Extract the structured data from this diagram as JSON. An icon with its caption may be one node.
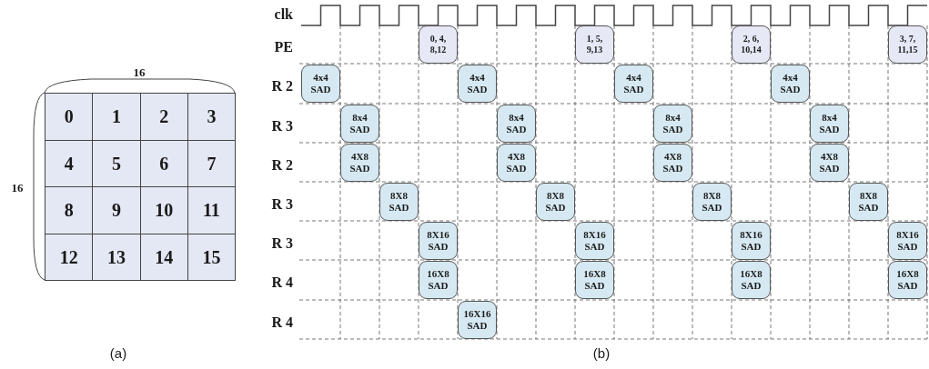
{
  "diagram": {
    "nodes": [
      {
        "text": [
          "0"
        ]
      },
      {
        "text": [
          "1"
        ]
      },
      {
        "text": [
          "2"
        ]
      },
      {
        "text": [
          "3"
        ]
      },
      {
        "text": [
          "4"
        ]
      },
      {
        "text": [
          "5"
        ]
      },
      {
        "text": [
          "6"
        ]
      },
      {
        "text": [
          "7"
        ]
      },
      {
        "text": [
          "8"
        ]
      },
      {
        "text": [
          "9"
        ]
      },
      {
        "text": [
          "10"
        ]
      },
      {
        "text": [
          "11"
        ]
      },
      {
        "text": [
          "12"
        ]
      },
      {
        "text": [
          "13"
        ]
      },
      {
        "text": [
          "14"
        ]
      },
      {
        "text": [
          "15"
        ]
      },
      {
        "text": [
          "0, 4, 8,12"
        ]
      },
      {
        "text": [
          "1, 5, 9,13"
        ]
      },
      {
        "text": [
          "2, 6, 10,14"
        ]
      },
      {
        "text": [
          "3, 7, 11,15"
        ]
      },
      {
        "text": [
          "4x4 SAD"
        ]
      },
      {
        "text": [
          "4x4 SAD"
        ]
      },
      {
        "text": [
          "4x4 SAD"
        ]
      },
      {
        "text": [
          "4x4 SAD"
        ]
      },
      {
        "text": [
          "8x4 SAD"
        ]
      },
      {
        "text": [
          "8x4 SAD"
        ]
      },
      {
        "text": [
          "8x4 SAD"
        ]
      },
      {
        "text": [
          "8x4 SAD"
        ]
      },
      {
        "text": [
          "4X8 SAD"
        ]
      },
      {
        "text": [
          "4X8 SAD"
        ]
      },
      {
        "text": [
          "4X8 SAD"
        ]
      },
      {
        "text": [
          "4X8 SAD"
        ]
      },
      {
        "text": [
          "8X8 SAD"
        ]
      },
      {
        "text": [
          "8X8 SAD"
        ]
      },
      {
        "text": [
          "8X8 SAD"
        ]
      },
      {
        "text": [
          "8X8 SAD"
        ]
      },
      {
        "text": [
          "8X16 SAD"
        ]
      },
      {
        "text": [
          "8X16 SAD"
        ]
      },
      {
        "text": [
          "8X16 SAD"
        ]
      },
      {
        "text": [
          "8X16 SAD"
        ]
      },
      {
        "text": [
          "16X8 SAD"
        ]
      },
      {
        "text": [
          "16X8 SAD"
        ]
      },
      {
        "text": [
          "16X8 SAD"
        ]
      },
      {
        "text": [
          "16X8 SAD"
        ]
      },
      {
        "text": [
          "16X16 SAD"
        ]
      }
    ],
    "labels": [
      "clk",
      "16",
      "PE",
      "R 2",
      "R 3",
      "R 2",
      "16",
      "R 3",
      "R 3",
      "R 4",
      "R 4",
      "(a)",
      "(b)"
    ]
  }
}
